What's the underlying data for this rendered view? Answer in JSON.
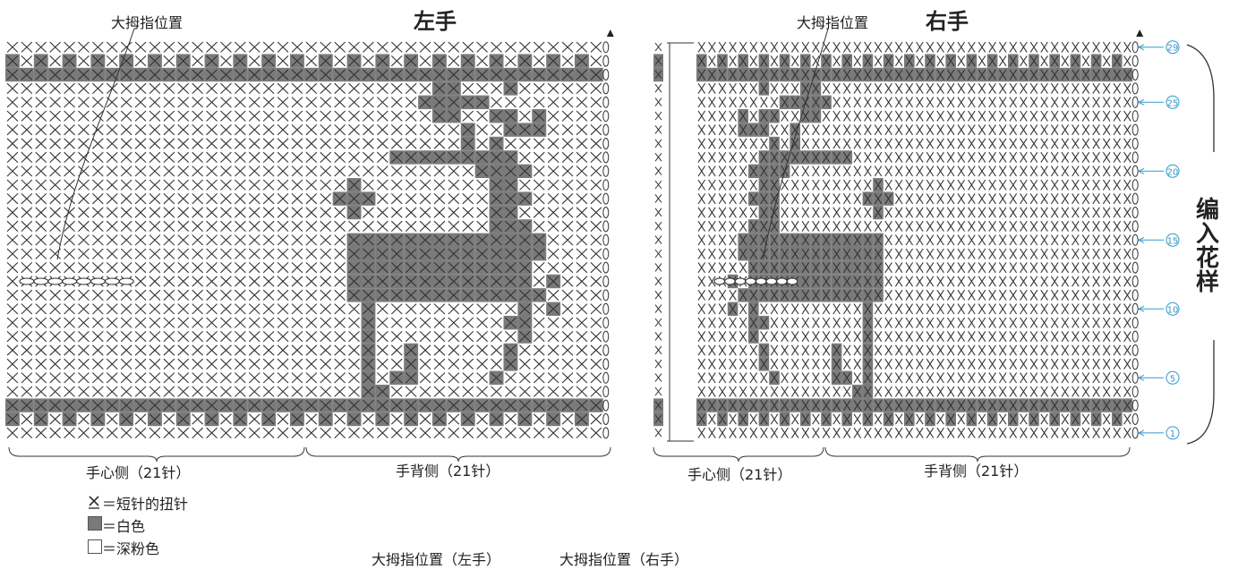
{
  "colors": {
    "white_yarn_fill": "#7a7a7a",
    "pink_yarn_fill": "#ffffff",
    "grid_symbol": "#333333",
    "accent": "#3399cc"
  },
  "left_chart": {
    "title": "左手",
    "thumb_label": "大拇指位置",
    "palm_label": "手心侧（21针）",
    "back_label": "手背侧（21针）"
  },
  "right_chart": {
    "title": "右手",
    "thumb_label": "大拇指位置",
    "palm_label": "手心侧（21针）",
    "back_label": "手背侧（21针）"
  },
  "row_markers": [
    "29",
    "25",
    "20",
    "15",
    "10",
    "5",
    "1"
  ],
  "side_label": "编入花样",
  "legend": [
    {
      "symbol": "twisted-sc-icon",
      "label": "＝短针的扭针"
    },
    {
      "symbol": "white-square-icon",
      "label": "＝白色"
    },
    {
      "symbol": "empty-square-icon",
      "label": "＝深粉色"
    }
  ],
  "bottom_labels": {
    "left": "大拇指位置（左手）",
    "right": "大拇指位置（右手）"
  }
}
